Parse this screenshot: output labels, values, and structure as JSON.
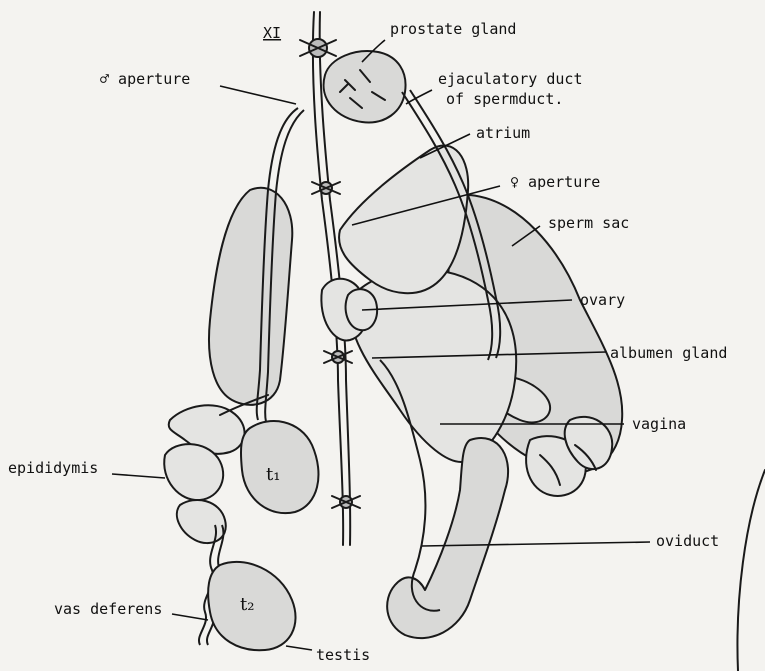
{
  "labels": {
    "segment": "XI",
    "prostate_gland": "prostate gland",
    "male_aperture": "♂ aperture",
    "ejaculatory_line1": "ejaculatory duct",
    "ejaculatory_line2": "of spermduct.",
    "atrium": "atrium",
    "female_aperture": "♀ aperture",
    "sperm_sac": "sperm sac",
    "ovary": "ovary",
    "albumen_gland": "albumen gland",
    "vagina": "vagina",
    "epididymis": "epididymis",
    "oviduct": "oviduct",
    "t1": "t₁",
    "t2": "t₂",
    "vas_deferens": "vas deferens",
    "testis": "testis"
  }
}
